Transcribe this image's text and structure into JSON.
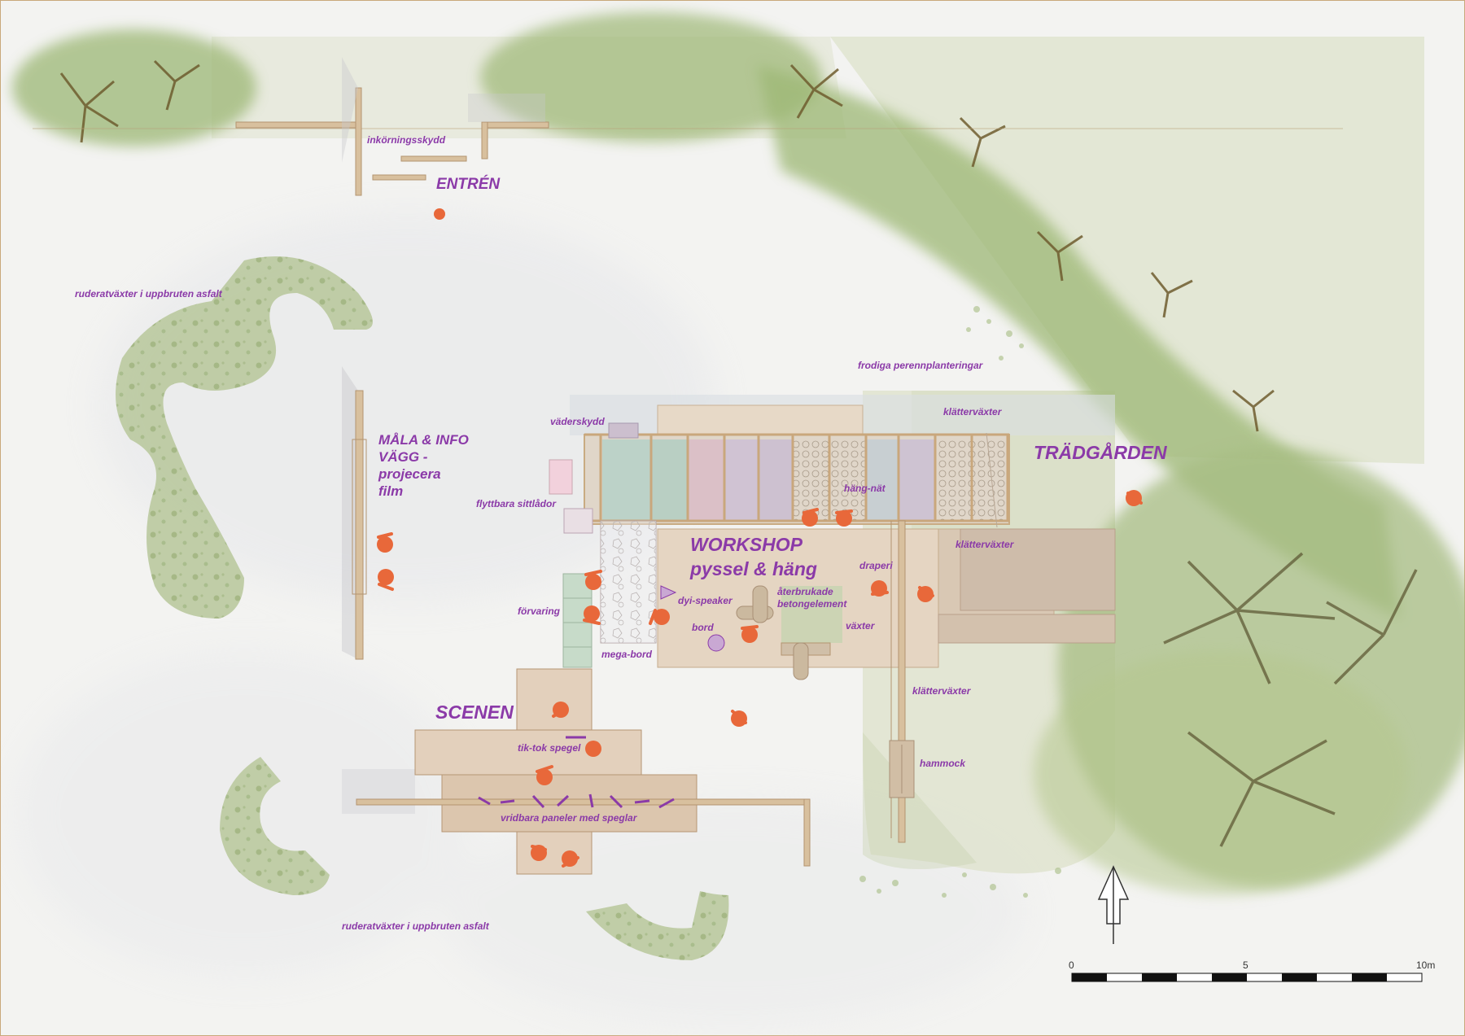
{
  "labels": {
    "inkorningsskydd": "inkörningsskydd",
    "entren": "ENTRÉN",
    "ruderat_top": "ruderatväxter i uppbruten asfalt",
    "maala_line1": "MÅLA & INFO",
    "maala_line2": "VÄGG -",
    "maala_line3": "projecera",
    "maala_line4": "film",
    "vaderskydd": "väderskydd",
    "flyttbara": "flyttbara sittlådor",
    "frodiga": "frodiga perennplanteringar",
    "klatter1": "klätterväxter",
    "tradgarden": "TRÄDGÅRDEN",
    "hangnat": "häng-nät",
    "workshop_line1": "WORKSHOP",
    "workshop_line2": "pyssel & häng",
    "klatter2": "klätterväxter",
    "draperi": "draperi",
    "dyi": "dyi-speaker",
    "aterbrukade_line1": "återbrukade",
    "aterbrukade_line2": "betongelement",
    "forvaring": "förvaring",
    "bord": "bord",
    "vaxter": "växter",
    "megabord": "mega-bord",
    "klatter3": "klätterväxter",
    "scenen": "SCENEN",
    "tiktok": "tik-tok spegel",
    "hammock": "hammock",
    "vridbara": "vridbara paneler med speglar",
    "ruderat_bottom": "ruderatväxter i uppbruten asfalt"
  },
  "scale_bar": {
    "tick_labels": [
      "0",
      "5",
      "10m"
    ]
  },
  "colors": {
    "label": "#8b3aa8",
    "wood": "#d9c2a5",
    "wood_edge": "#b89a78",
    "figure": "#e8683a",
    "vegetation": "#a9be86",
    "tree_canopy": "#93b06a"
  },
  "icons": {
    "north_arrow": "north-arrow-icon",
    "person": "person-figure-icon"
  }
}
